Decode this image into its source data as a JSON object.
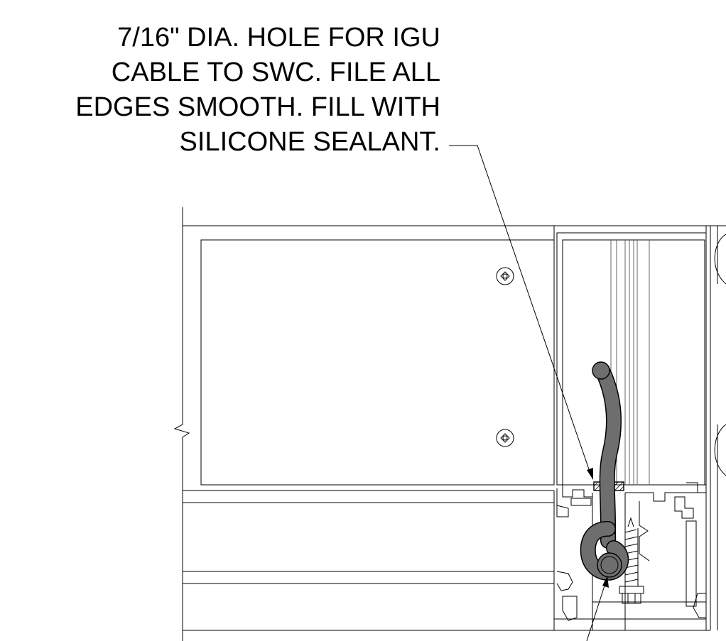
{
  "callout": {
    "lines": [
      "7/16\" DIA. HOLE FOR IGU",
      "CABLE TO SWC. FILE ALL",
      "EDGES SMOOTH. FILL WITH",
      "SILICONE SEALANT."
    ]
  },
  "colors": {
    "linework": "#000000",
    "cable_fill": "#6e6e6e",
    "background": "#ffffff"
  }
}
